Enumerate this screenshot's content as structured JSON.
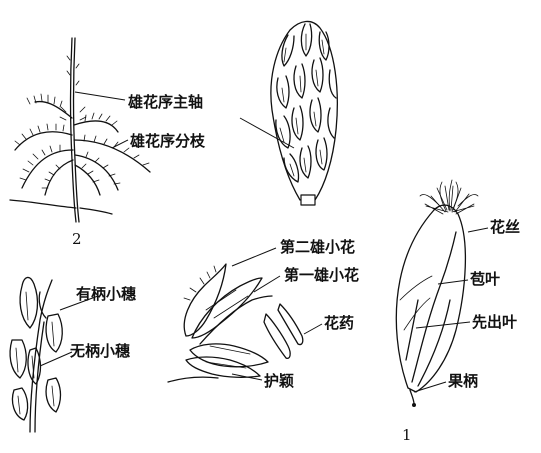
{
  "figure_numbers": {
    "fig1": "1",
    "fig2": "2"
  },
  "labels": {
    "tassel_main_axis": "雄花序主轴",
    "tassel_branch": "雄花序分枝",
    "pedicelled_spikelet": "有柄小穗",
    "sessile_spikelet": "无柄小穗",
    "second_male_floret": "第二雄小花",
    "first_male_floret": "第一雄小花",
    "anther": "花药",
    "glume": "护颖",
    "silk": "花丝",
    "bract": "苞叶",
    "prophyll": "先出叶",
    "ear_stalk": "果柄"
  }
}
